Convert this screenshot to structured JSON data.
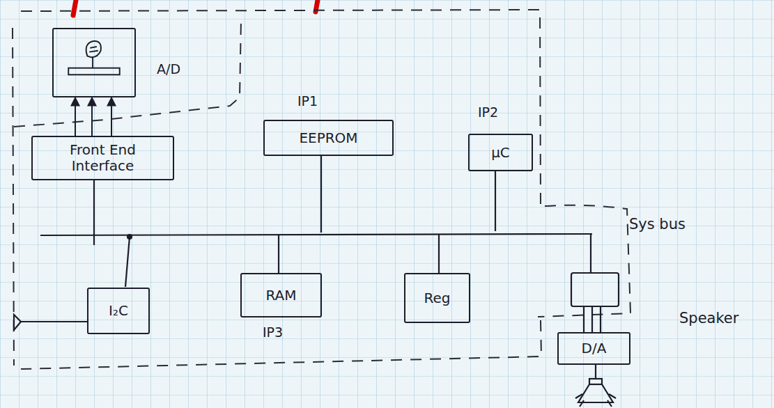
{
  "diagram": {
    "nodes": [
      {
        "text": [
          "A/D"
        ]
      },
      {
        "text": [
          "IP1",
          "EEPROM"
        ]
      },
      {
        "text": [
          "IP2",
          "μC"
        ]
      },
      {
        "text": [
          "Front End Interface"
        ]
      },
      {
        "text": [
          "I₂C"
        ]
      },
      {
        "text": [
          "RAM",
          "IP3"
        ]
      },
      {
        "text": [
          "Reg"
        ]
      },
      {
        "text": [
          "D/A"
        ]
      }
    ],
    "edges": [
      {
        "from": 3,
        "to": 0,
        "arrow": "to"
      },
      {
        "from": 3,
        "to": 0,
        "arrow": "to"
      },
      {
        "from": 3,
        "to": 0,
        "arrow": "to"
      }
    ],
    "labels": [
      "Sys bus",
      "Speaker"
    ]
  }
}
